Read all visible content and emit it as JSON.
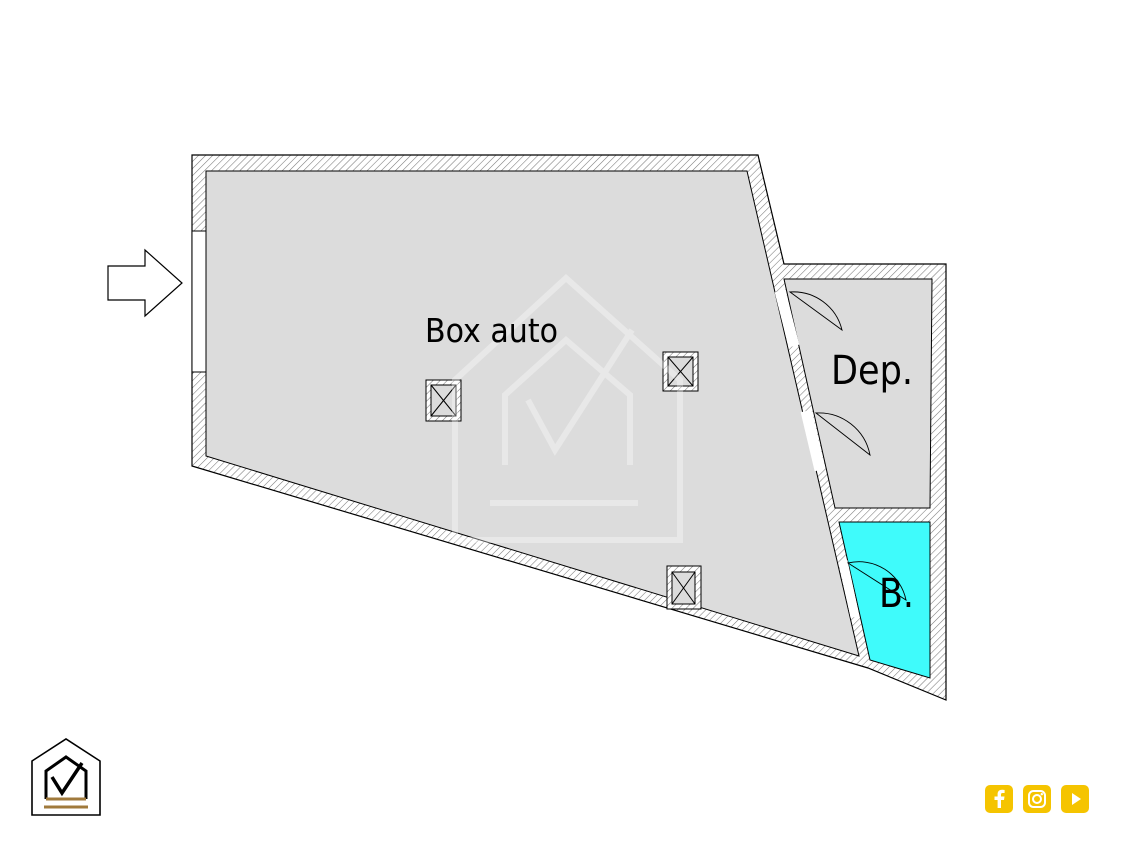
{
  "rooms": {
    "garage": {
      "label": "Box auto",
      "fill": "#dcdcdc"
    },
    "storage": {
      "label": "Dep.",
      "fill": "#dcdcdc"
    },
    "bathroom": {
      "label": "B.",
      "fill": "#3ffbfb"
    }
  },
  "colors": {
    "wall_hatch": "#7a7a7a",
    "wall_outline": "#000000",
    "logo_gold": "#a07a3c",
    "social_accent": "#f5c400"
  },
  "icons": {
    "entrance": "arrow-right-icon",
    "pillars": "pillar-icon",
    "logo": "house-check-logo",
    "social": [
      "facebook-icon",
      "instagram-icon",
      "youtube-icon"
    ]
  }
}
